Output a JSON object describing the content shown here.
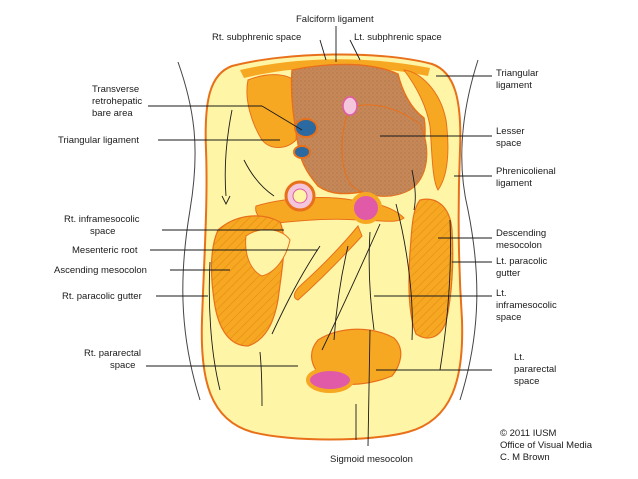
{
  "labels": {
    "falciform": "Falciform ligament",
    "rt_subphrenic": "Rt. subphrenic space",
    "lt_subphrenic": "Lt. subphrenic space",
    "transverse_1": "Transverse",
    "transverse_2": "retrohepatic",
    "transverse_3": "bare area",
    "triangular_left": "Triangular ligament",
    "triangular_right_1": "Triangular",
    "triangular_right_2": "ligament",
    "lesser_1": "Lesser",
    "lesser_2": "space",
    "phrenicolienal_1": "Phrenicolienal",
    "phrenicolienal_2": "ligament",
    "rt_inframesocolic_1": "Rt. inframesocolic",
    "rt_inframesocolic_2": "space",
    "mesenteric_root": "Mesenteric root",
    "ascending_mesocolon": "Ascending mesocolon",
    "rt_paracolic": "Rt. paracolic gutter",
    "descending_1": "Descending",
    "descending_2": "mesocolon",
    "lt_paracolic_1": "Lt. paracolic",
    "lt_paracolic_2": "gutter",
    "lt_inframesocolic_1": "Lt.",
    "lt_inframesocolic_2": "inframesocolic",
    "lt_inframesocolic_3": "space",
    "rt_pararectal_1": "Rt. pararectal",
    "rt_pararectal_2": "space",
    "lt_pararectal_1": "Lt.",
    "lt_pararectal_2": "pararectal",
    "lt_pararectal_3": "space",
    "sigmoid": "Sigmoid mesocolon"
  },
  "credit": {
    "line1": "© 2011 IUSM",
    "line2": "Office of Visual Media",
    "line3": "C. M Brown"
  },
  "colors": {
    "cavity_yellow": "#fff5a6",
    "mesentery_orange": "#f7a823",
    "liver_brown": "#c8895a",
    "peritoneum_line": "#e8701a",
    "vessel_blue": "#2a6aa0",
    "rectum_pink": "#e05aa8"
  }
}
